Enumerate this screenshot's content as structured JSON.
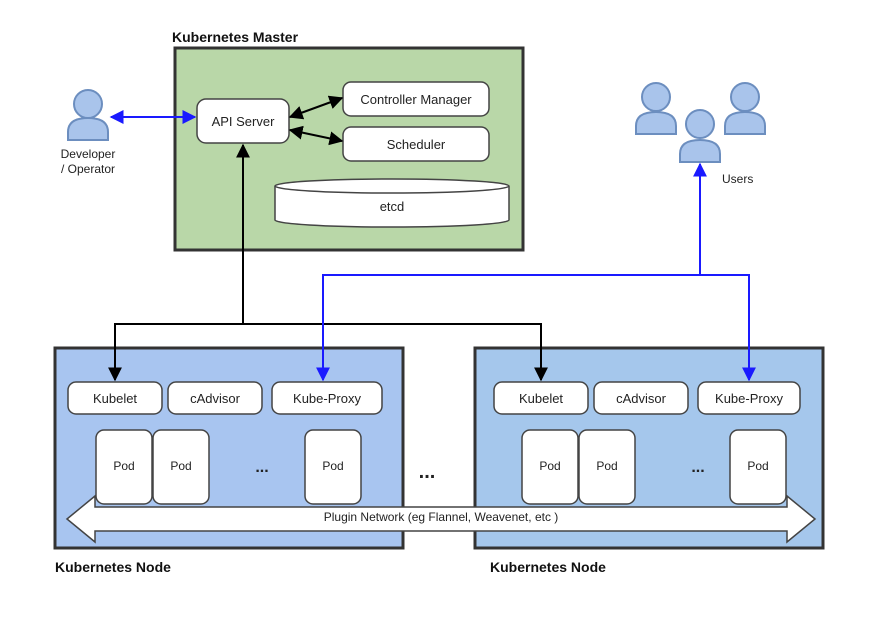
{
  "master": {
    "title": "Kubernetes Master",
    "fill": "#b9d7a8"
  },
  "components": {
    "api_server": "API Server",
    "controller_manager": "Controller Manager",
    "scheduler": "Scheduler",
    "etcd": "etcd"
  },
  "developer": {
    "line1": "Developer",
    "line2": "/ Operator"
  },
  "users": {
    "label": "Users"
  },
  "nodes": [
    {
      "title": "Kubernetes Node",
      "fill": "#a8c5f0",
      "kubelet": "Kubelet",
      "cadvisor": "cAdvisor",
      "kube_proxy": "Kube-Proxy",
      "pods": [
        "Pod",
        "Pod",
        "Pod"
      ],
      "ellipsis": "..."
    },
    {
      "title": "Kubernetes Node",
      "fill": "#a5c7ec",
      "kubelet": "Kubelet",
      "cadvisor": "cAdvisor",
      "kube_proxy": "Kube-Proxy",
      "pods": [
        "Pod",
        "Pod",
        "Pod"
      ],
      "ellipsis": "..."
    }
  ],
  "between_nodes_ellipsis": "...",
  "network": {
    "label": "Plugin Network (eg Flannel, Weavenet, etc )"
  },
  "colors": {
    "blue_arrow": "#1a1aff",
    "black_arrow": "#000000",
    "person": "#a9c4eb",
    "person_stroke": "#6c8ebf"
  }
}
